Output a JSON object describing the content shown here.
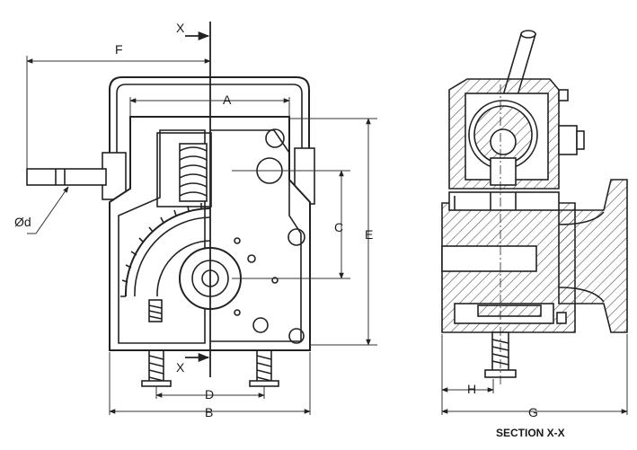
{
  "labels": {
    "A": "A",
    "B": "B",
    "C": "C",
    "D": "D",
    "E": "E",
    "F": "F",
    "G": "G",
    "H": "H",
    "X_top": "X",
    "X_bottom": "X",
    "d": "Ød"
  },
  "caption": "SECTION X-X",
  "colors": {
    "line": "#222222",
    "hatch": "#444444",
    "dim": "#333333"
  },
  "icons": {
    "section-marker": "arrow-right-icon"
  }
}
